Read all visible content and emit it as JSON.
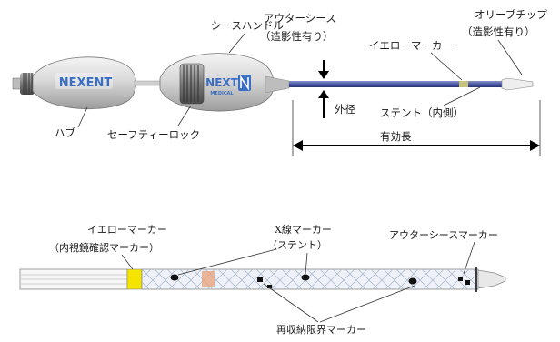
{
  "top_labels": {
    "sheath_handle": "シースハンドル",
    "outer_sheath": "アウターシース",
    "outer_sheath_note": "（造影性有り）",
    "olive_tip": "オリーブチップ",
    "olive_tip_note": "（造影性有り）",
    "yellow_marker": "イエローマーカー",
    "outer_diameter": "外径",
    "stent_inside": "ステント（内側）",
    "hub": "ハブ",
    "safety_lock": "セーフティーロック",
    "effective_length": "有効長"
  },
  "brand": {
    "hub_logo": "NEXENT",
    "handle_logo": "NEXT",
    "handle_logo_sub": "MEDICAL"
  },
  "bottom_labels": {
    "yellow_marker": "イエローマーカー",
    "yellow_marker_note": "（内視鏡確認マーカー）",
    "xray_marker": "X線マーカー",
    "xray_marker_note": "（ステント）",
    "outer_sheath_marker": "アウターシースマーカー",
    "recapture_marker": "再収納限界マーカー"
  },
  "colors": {
    "device_body": "#d4d4d4",
    "logo_blue": "#3a6fc4",
    "sheath_blue": "#4b58a6",
    "yellow_marker": "#f5e400"
  }
}
